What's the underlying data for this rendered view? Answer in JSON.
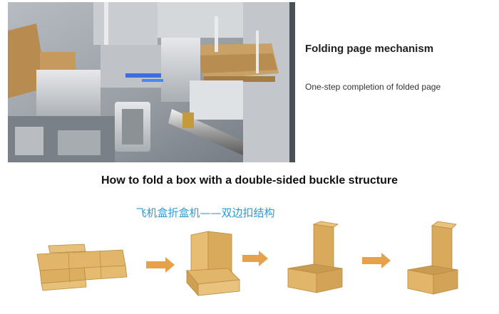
{
  "feature": {
    "title": "Folding page mechanism",
    "description": "One-step completion of folded page"
  },
  "section": {
    "title": "How to fold a box with a double-sided buckle structure"
  },
  "diagram": {
    "caption": "飞机盒折盒机——双边扣结构",
    "caption_color": "#2b9ad6",
    "steps": [
      "flat-blank",
      "side-folded",
      "tray-formed",
      "lid-ready"
    ],
    "arrow_color": "#e8a14b",
    "cardboard_color": "#e2b66a"
  }
}
